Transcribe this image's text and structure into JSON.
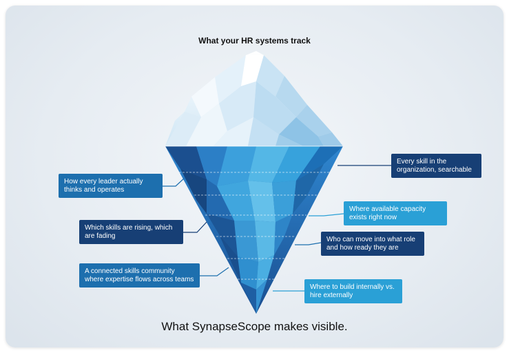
{
  "title_top": "What your HR systems track",
  "title_bottom": "What SynapseScope makes visible.",
  "colors": {
    "navy": "#173f75",
    "blue": "#1d6fae",
    "cyan": "#2aa0d6",
    "ice": "#eaf4fb"
  },
  "labels": {
    "skill_search": "Every skill in the organization, searchable",
    "leader_thinking": "How every leader actually thinks and operates",
    "capacity": "Where available capacity exists right now",
    "skills_trend": "Which skills are rising, which are fading",
    "mobility": "Who can move into what role and how ready they are",
    "community": "A connected skills community where expertise flows across teams",
    "build_vs_hire": "Where to build internally vs. hire externally"
  }
}
